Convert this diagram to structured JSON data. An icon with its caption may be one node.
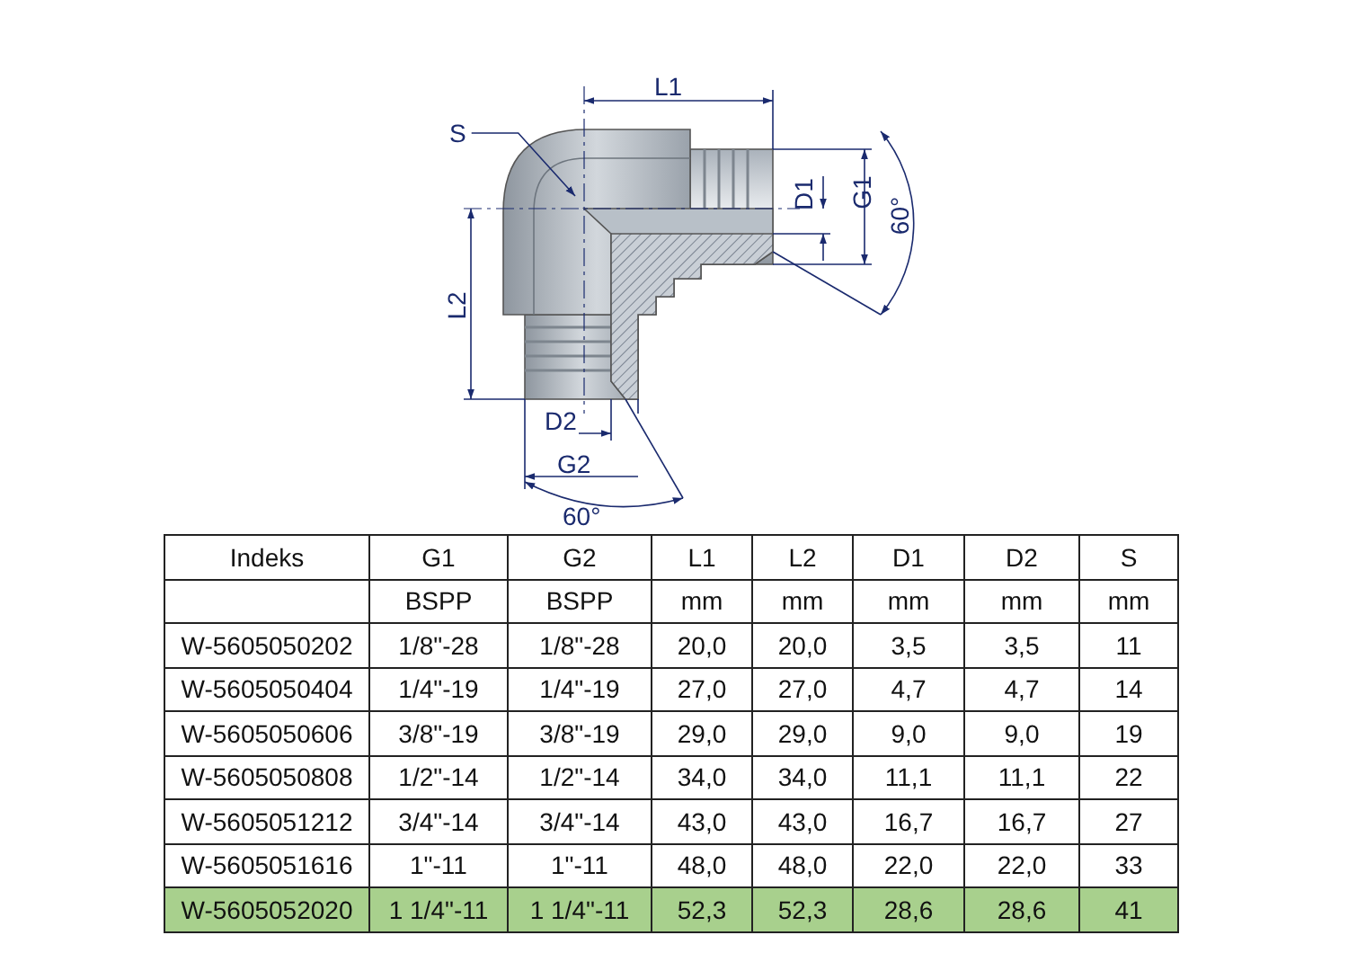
{
  "diagram": {
    "nodes": [
      {
        "text": [
          "S"
        ]
      },
      {
        "text": [],
        "shape": "picture"
      }
    ],
    "edges": [
      {
        "from": 0,
        "to": 1,
        "arrow": "to"
      }
    ],
    "labels": [
      "L1",
      "D1",
      "G1",
      "60°",
      "L2",
      "D2",
      "G2",
      "60°",
      "Indeks",
      "G1",
      "G2",
      "L1",
      "L2",
      "D1",
      "D2",
      "S",
      "BSPP",
      "BSPP",
      "mm",
      "mm",
      "mm",
      "mm",
      "mm",
      "W-5605050202",
      "1/8\"-28",
      "1/8\"-28",
      "20,0",
      "20,0",
      "3,5",
      "3,5",
      "11",
      "W-5605050404",
      "1/4\"-19",
      "1/4\"-19",
      "27,0",
      "27,0",
      "4,7",
      "4,7",
      "14",
      "W-5605050606",
      "3/8\"-19",
      "3/8\"-19",
      "29,0",
      "29,0",
      "9,0",
      "9,0",
      "19",
      "W-5605050808",
      "1/2\"-14",
      "1/2\"-14",
      "34,0",
      "34,0",
      "11,1",
      "11,1",
      "22",
      "W-5605051212",
      "3/4\"-14",
      "3/4\"-14",
      "43,0",
      "43,0",
      "16,7",
      "16,7",
      "27",
      "W-5605051616",
      "1\"-11",
      "1\"-11",
      "48,0",
      "48,0",
      "22,0",
      "22,0",
      "33",
      "W-5605052020",
      "1 1/4\"-11",
      "1 1/4\"-11",
      "52,3",
      "52,3",
      "28,6",
      "28,6",
      "41"
    ]
  }
}
